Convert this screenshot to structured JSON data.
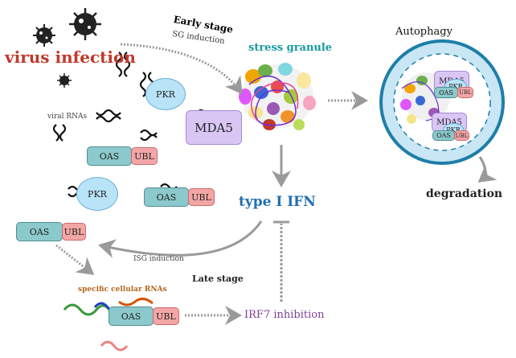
{
  "title": "virus infection",
  "labels": {
    "early_stage": "Early stage",
    "sg_induction": "SG induction",
    "stress_granule": "stress granule",
    "autophagy": "Autophagy",
    "degradation": "degradation",
    "viral_rnas": "viral RNAs",
    "type_i_ifn": "type I IFN",
    "isg_induction": "ISG induction",
    "late_stage": "Late stage",
    "specific_cellular_rnas": "specific cellular RNAs",
    "irf7_inhibition": "IRF7 inhibition"
  },
  "proteins": {
    "pkr": "PKR",
    "mda5": "MDA5",
    "oas": "OAS",
    "ubl": "UBL"
  },
  "colors": {
    "virus_text": "#c0392b",
    "sg_text": "#1a9aa0",
    "ifn_text": "#1f6fb2",
    "irf7_text": "#7b3f98",
    "cellular_rna_text": "#b5651d",
    "oas_fill": "#8cc9cc",
    "ubl_fill": "#f4a6a6",
    "pkr_fill": "#b9e3f7",
    "mda5_fill": "#d9c6f5",
    "arrow": "#9a9a9a"
  }
}
